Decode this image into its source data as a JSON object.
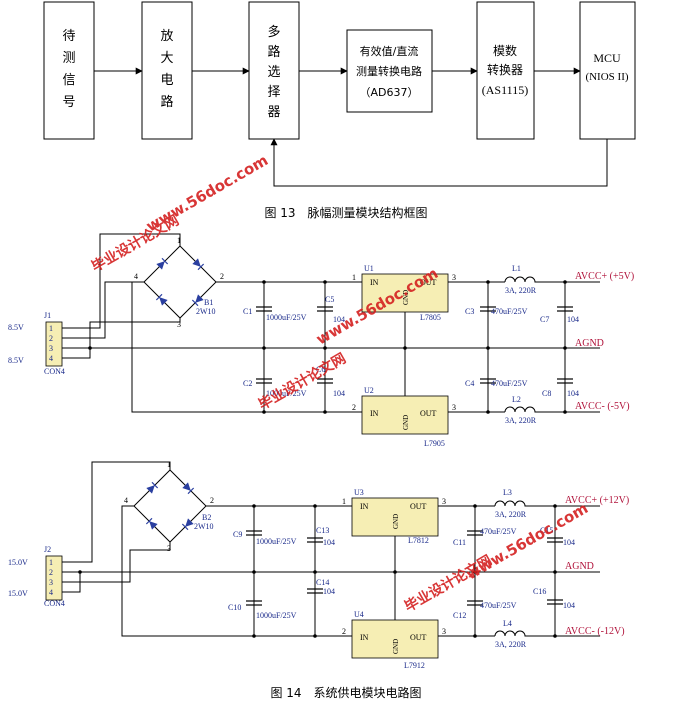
{
  "block_diagram": {
    "blocks": [
      {
        "id": "signal",
        "label": "待测信号"
      },
      {
        "id": "amp",
        "label": "放大电路"
      },
      {
        "id": "mux",
        "label": "多路选择器"
      },
      {
        "id": "rms",
        "line1": "有效值/直流",
        "line2": "测量转换电路",
        "line3": "（AD637）"
      },
      {
        "id": "adc",
        "line1": "模数",
        "line2": "转换器",
        "line3": "(AS1115)"
      },
      {
        "id": "mcu",
        "line1": "MCU",
        "line2": "(NIOS II)"
      }
    ],
    "caption": "图 13　脉幅测量模块结构框图"
  },
  "circuit_5v": {
    "connector": {
      "ref": "J1",
      "name": "CON4",
      "pins": [
        "1",
        "2",
        "3",
        "4"
      ],
      "v_top": "8.5V",
      "v_bottom": "8.5V"
    },
    "bridge": {
      "ref": "B1",
      "part": "2W10",
      "pins": [
        "1",
        "2",
        "3",
        "4"
      ]
    },
    "caps": [
      {
        "ref": "C1",
        "value": "1000uF/25V"
      },
      {
        "ref": "C5",
        "value": "104"
      },
      {
        "ref": "C2",
        "value": "1000uF/25V"
      },
      {
        "ref": "C6",
        "value": "104"
      },
      {
        "ref": "C3",
        "value": "470uF/25V"
      },
      {
        "ref": "C7",
        "value": "104"
      },
      {
        "ref": "C4",
        "value": "470uF/25V"
      },
      {
        "ref": "C8",
        "value": "104"
      }
    ],
    "reg_pos": {
      "ref": "U1",
      "part": "L7805",
      "in": "IN",
      "out": "OUT",
      "gnd": "GND"
    },
    "reg_neg": {
      "ref": "U2",
      "part": "L7905",
      "in": "IN",
      "out": "OUT",
      "gnd": "GND"
    },
    "inductors": [
      {
        "ref": "L1",
        "value": "3A, 220R"
      },
      {
        "ref": "L2",
        "value": "3A, 220R"
      }
    ],
    "rails": {
      "pos": "AVCC+ (+5V)",
      "gnd": "AGND",
      "neg": "AVCC- (-5V)"
    }
  },
  "circuit_12v": {
    "connector": {
      "ref": "J2",
      "name": "CON4",
      "pins": [
        "1",
        "2",
        "3",
        "4"
      ],
      "v_top": "15.0V",
      "v_bottom": "15.0V"
    },
    "bridge": {
      "ref": "B2",
      "part": "2W10",
      "pins": [
        "1",
        "2",
        "3",
        "4"
      ]
    },
    "caps": [
      {
        "ref": "C9",
        "value": "1000uF/25V"
      },
      {
        "ref": "C13",
        "value": "104"
      },
      {
        "ref": "C10",
        "value": "1000uF/25V"
      },
      {
        "ref": "C14",
        "value": "104"
      },
      {
        "ref": "C11",
        "value": "470uF/25V"
      },
      {
        "ref": "C15",
        "value": "104"
      },
      {
        "ref": "C12",
        "value": "470uF/25V"
      },
      {
        "ref": "C16",
        "value": "104"
      }
    ],
    "reg_pos": {
      "ref": "U3",
      "part": "L7812",
      "in": "IN",
      "out": "OUT",
      "gnd": "GND"
    },
    "reg_neg": {
      "ref": "U4",
      "part": "L7912",
      "in": "IN",
      "out": "OUT",
      "gnd": "GND"
    },
    "inductors": [
      {
        "ref": "L3",
        "value": "3A, 220R"
      },
      {
        "ref": "L4",
        "value": "3A, 220R"
      }
    ],
    "rails": {
      "pos": "AVCC+ (+12V)",
      "gnd": "AGND",
      "neg": "AVCC- (-12V)"
    },
    "caption": "图 14　系统供电模块电路图"
  },
  "watermarks": {
    "site": "www.56doc.com",
    "tagline": "毕业设计论文网"
  }
}
